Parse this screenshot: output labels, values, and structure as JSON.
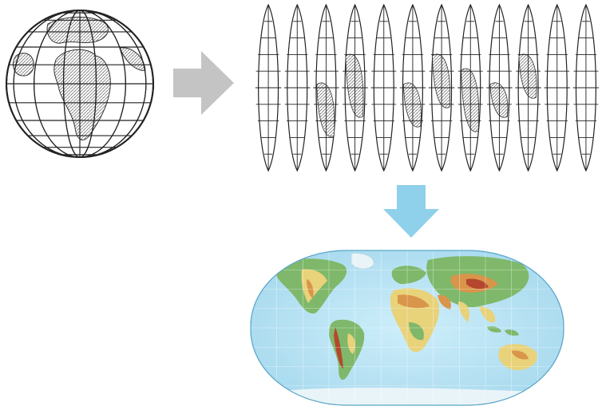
{
  "diagram": {
    "stages": [
      {
        "id": "globe",
        "icon": "globe-icon"
      },
      {
        "id": "gores",
        "icon": "interrupted-gores-map-icon",
        "gore_count": 12
      },
      {
        "id": "projection",
        "icon": "world-physical-map-icon"
      }
    ],
    "arrows": [
      {
        "from": "globe",
        "to": "gores",
        "direction": "right",
        "color": "#c4c4c4"
      },
      {
        "from": "gores",
        "to": "projection",
        "direction": "down",
        "color": "#8fd0ea"
      }
    ],
    "colors": {
      "line": "#222222",
      "land_hatch": "#9a9a9a",
      "ocean": "#bfe5f2",
      "land_green": "#7fb86a",
      "land_yellow": "#e8d27a",
      "land_orange": "#d9954a",
      "land_red": "#b5472e",
      "ice": "#e9f4f8"
    }
  }
}
